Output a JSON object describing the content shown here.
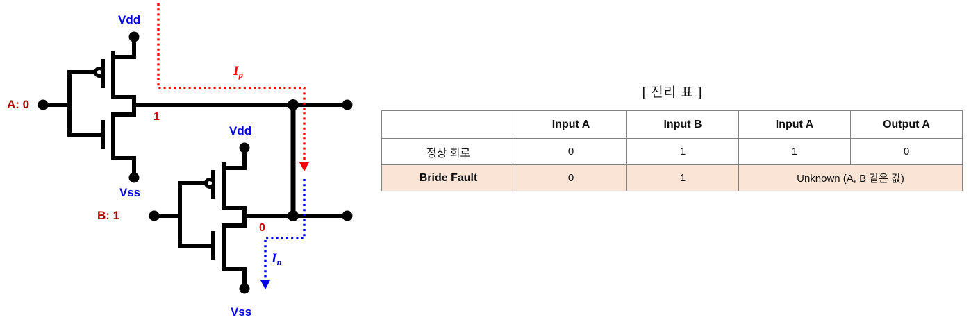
{
  "circuit": {
    "title": "cmos-bridging-fault-circuit",
    "inverter_a": {
      "vdd_label": "Vdd",
      "vss_label": "Vss",
      "input_label": "A: 0",
      "output_value": "1"
    },
    "inverter_b": {
      "vdd_label": "Vdd",
      "vss_label": "Vss",
      "input_label": "B: 1",
      "output_value": "0"
    },
    "currents": [
      {
        "name": "Ip",
        "symbol": "I",
        "subscript": "p",
        "color": "#ff0000"
      },
      {
        "name": "In",
        "symbol": "I",
        "subscript": "n",
        "color": "#0000ee"
      }
    ],
    "wire_color": "#000000",
    "supply_color": "#0000ee",
    "input_color": "#b00000",
    "node_color": "#cc0000"
  },
  "table_section": {
    "title": "[ 진리 표 ]",
    "headers": [
      "",
      "Input A",
      "Input B",
      "Input A",
      "Output A"
    ],
    "rows": [
      {
        "label": "정상 회로",
        "bold": false,
        "highlight": false,
        "cells": [
          "0",
          "1",
          "1",
          "0"
        ]
      },
      {
        "label": "Bride Fault",
        "bold": true,
        "highlight": true,
        "cells": [
          "0",
          "1"
        ],
        "merged_cell": "Unknown (A, B 같은 값)"
      }
    ],
    "highlight_color": "#fae4d5",
    "border_color": "#808080"
  }
}
